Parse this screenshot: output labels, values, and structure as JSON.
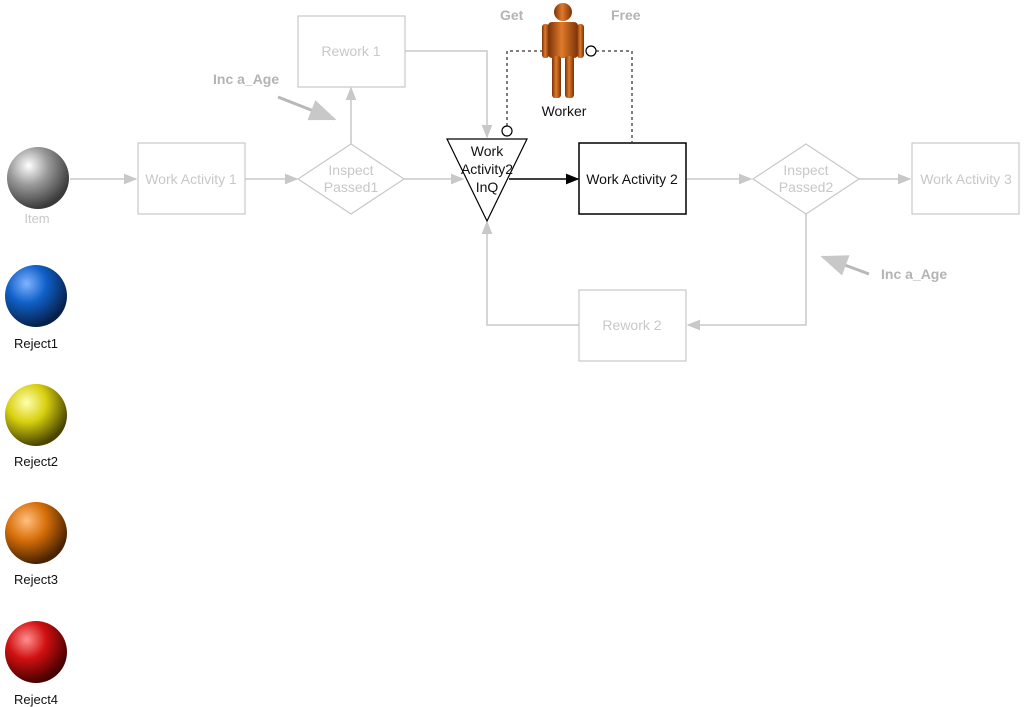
{
  "nodes": {
    "work_activity_1": "Work Activity 1",
    "inspect_passed_1": [
      "Inspect",
      "Passed1"
    ],
    "rework_1": "Rework 1",
    "queue": [
      "Work",
      "Activity2",
      "InQ"
    ],
    "work_activity_2": "Work Activity 2",
    "inspect_passed_2": [
      "Inspect",
      "Passed2"
    ],
    "work_activity_3": "Work Activity 3",
    "rework_2": "Rework 2"
  },
  "notes": {
    "inc_age_1": "Inc a_Age",
    "inc_age_2": "Inc a_Age"
  },
  "resource": {
    "label": "Worker",
    "get_label": "Get",
    "free_label": "Free",
    "icon": "person-icon",
    "color": "#c8641e"
  },
  "legend": [
    {
      "label": "Item",
      "color": "#9a9a9a",
      "faded": true
    },
    {
      "label": "Reject1",
      "color": "#1060c8",
      "faded": false
    },
    {
      "label": "Reject2",
      "color": "#d8d010",
      "faded": false
    },
    {
      "label": "Reject3",
      "color": "#d8700a",
      "faded": false
    },
    {
      "label": "Reject4",
      "color": "#d01010",
      "faded": false
    }
  ],
  "colors": {
    "faded": "#c8c8c8",
    "active": "#000000"
  }
}
